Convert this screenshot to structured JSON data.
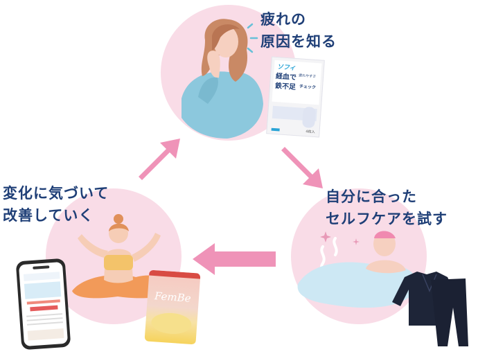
{
  "steps": {
    "top": {
      "line1": "疲れの",
      "line2": "原因を知る"
    },
    "right": {
      "line1": "自分に合った",
      "line2": "セルフケアを試す"
    },
    "left": {
      "line1": "変化に気づいて",
      "line2": "改善していく"
    }
  },
  "colors": {
    "circle": "#f9dce7",
    "arrow": "#ef93b8",
    "text": "#1f3f77"
  },
  "product_box": {
    "brand": "ソフィ",
    "title1": "経血で",
    "title2": "鉄不足",
    "sub1": "疲れやすさ",
    "sub2": "チェック",
    "count": "4枚入"
  },
  "supplement": {
    "brand": "FemBe"
  }
}
